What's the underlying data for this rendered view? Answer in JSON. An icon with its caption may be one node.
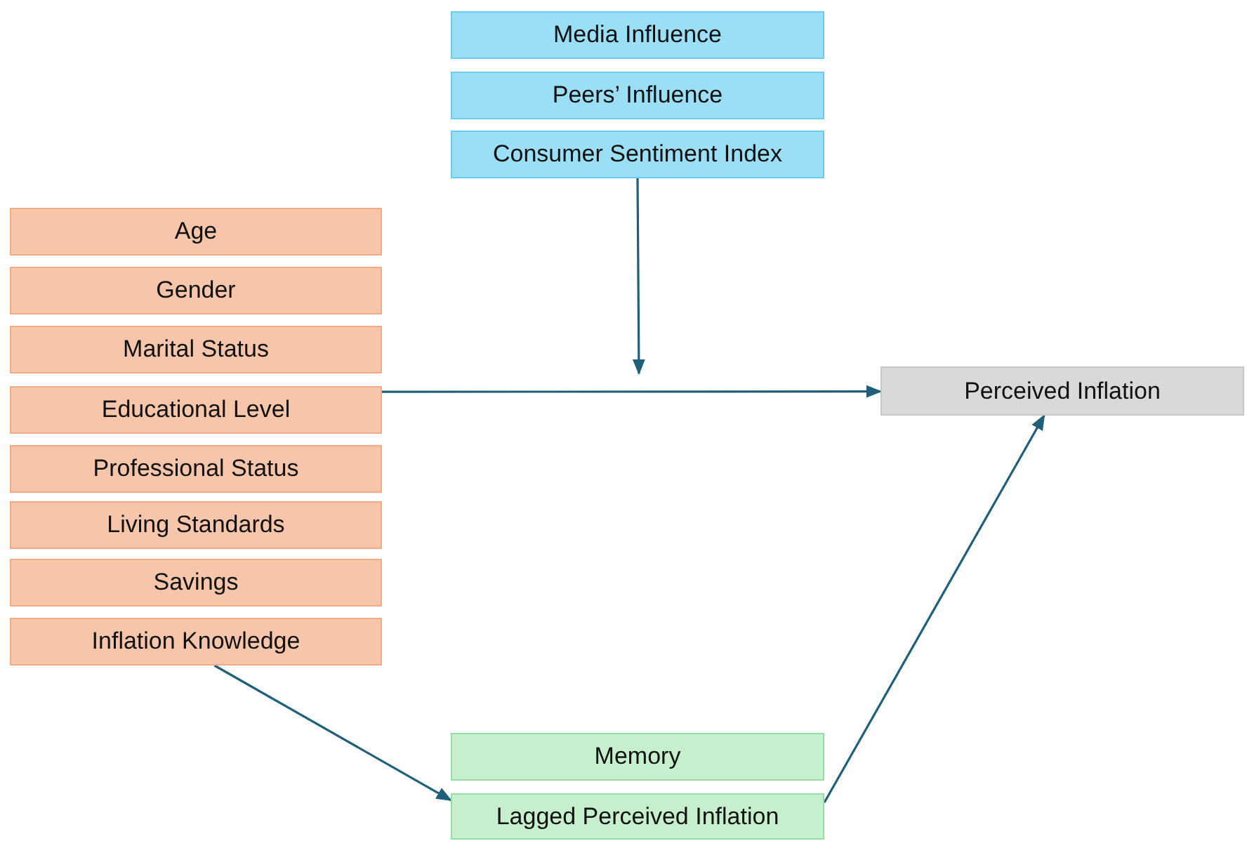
{
  "diagram": {
    "nodes": [
      {
        "text": [
          "Media Influence"
        ]
      },
      {
        "text": [
          "Peers’ Influence"
        ]
      },
      {
        "text": [
          "Consumer Sentiment Index"
        ]
      },
      {
        "text": [
          "Age"
        ]
      },
      {
        "text": [
          "Gender"
        ]
      },
      {
        "text": [
          "Marital Status"
        ]
      },
      {
        "text": [
          "Educational Level"
        ]
      },
      {
        "text": [
          "Professional Status"
        ]
      },
      {
        "text": [
          "Living Standards"
        ]
      },
      {
        "text": [
          "Savings"
        ]
      },
      {
        "text": [
          "Inflation Knowledge"
        ]
      },
      {
        "text": [
          "Perceived Inflation"
        ]
      },
      {
        "text": [
          "Memory"
        ]
      },
      {
        "text": [
          "Lagged Perceived Inflation"
        ]
      }
    ],
    "edges": [
      {
        "from": 2,
        "to": null,
        "arrow": "to"
      },
      {
        "from": 6,
        "to": 11,
        "arrow": "to"
      },
      {
        "from": 10,
        "to": 13,
        "arrow": "to"
      },
      {
        "from": 13,
        "to": 11,
        "arrow": "to"
      }
    ]
  }
}
